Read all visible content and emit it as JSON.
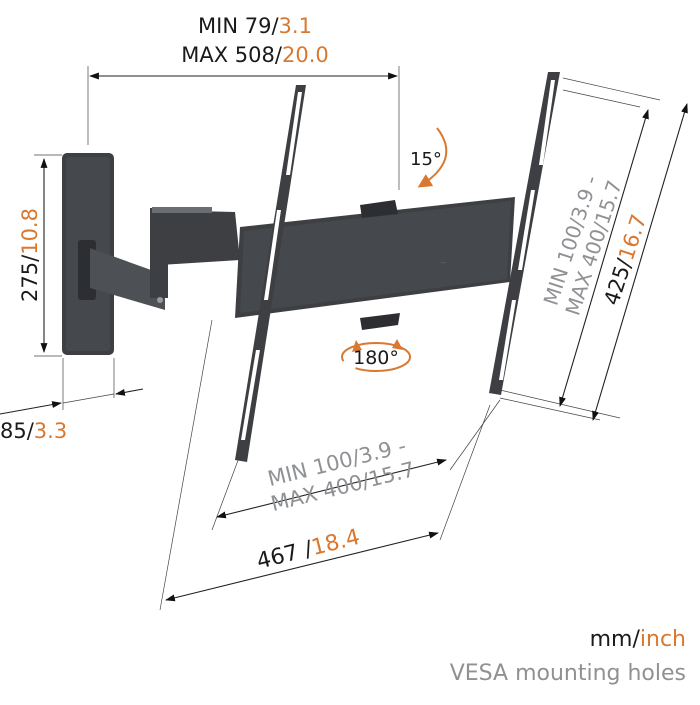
{
  "diagram": {
    "title": "TV wall mount dimensions",
    "colors": {
      "text_primary": "#1a1a1a",
      "text_inch": "#d9782f",
      "text_vesa": "#8f9194",
      "rotation_arrow": "#d9782f",
      "mount_metal": "#3d3f42"
    },
    "extension": {
      "min_mm": "MIN 79/",
      "min_inch": "3.1",
      "max_mm": "MAX 508/",
      "max_inch": "20.0"
    },
    "tilt": {
      "label": "15°"
    },
    "swivel": {
      "label": "180°"
    },
    "wall_plate_height": {
      "mm": "275/",
      "inch": "10.8"
    },
    "wall_plate_depth": {
      "mm": "85/",
      "inch": "3.3"
    },
    "vesa_vertical": {
      "line1": "MIN 100/3.9 -",
      "line2": "MAX 400/15.7"
    },
    "total_height": {
      "mm": "425/",
      "inch": "16.7"
    },
    "vesa_horizontal": {
      "line1": "MIN 100/3.9 -",
      "line2": "MAX 400/15.7"
    },
    "total_width": {
      "mm": "467 /",
      "inch": "18.4"
    },
    "legend": {
      "units_mm": "mm/",
      "units_inch": "inch",
      "vesa_label": "VESA mounting holes"
    }
  }
}
